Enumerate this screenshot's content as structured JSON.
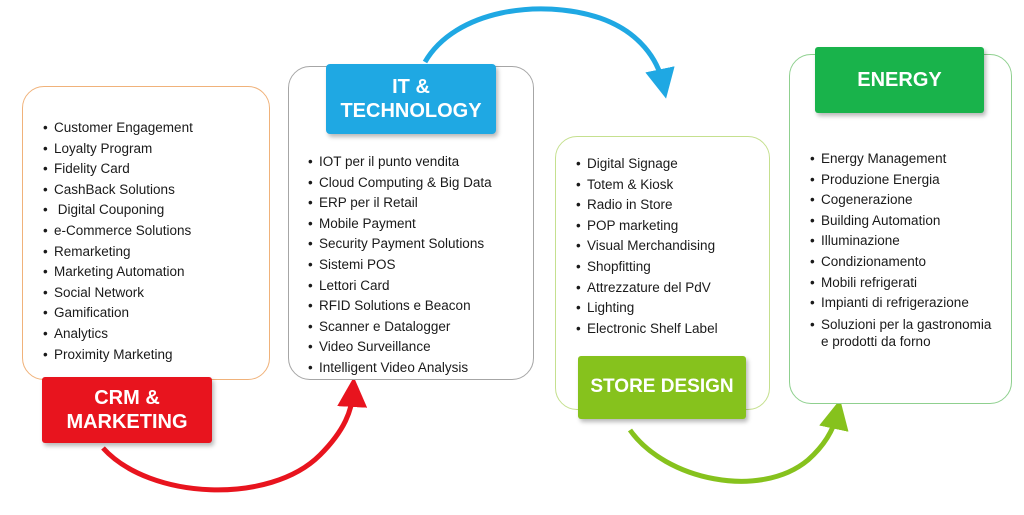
{
  "colors": {
    "crm": "#E8141E",
    "it": "#1FA8E3",
    "store": "#86C21D",
    "energy": "#19B34B",
    "crm_border": "#F0B27A",
    "it_border": "#A6A6A6",
    "store_border": "#C5E08F",
    "energy_border": "#8FD08F"
  },
  "crm": {
    "label_line1": "CRM &",
    "label_line2": "MARKETING",
    "items": [
      "Customer Engagement",
      "Loyalty Program",
      "Fidelity Card",
      "CashBack Solutions",
      " Digital Couponing",
      "e-Commerce Solutions",
      "Remarketing",
      "Marketing Automation",
      "Social Network",
      "Gamification",
      "Analytics",
      "Proximity Marketing"
    ]
  },
  "it": {
    "label_line1": "IT &",
    "label_line2": "TECHNOLOGY",
    "items": [
      "IOT per il punto vendita",
      "Cloud Computing & Big Data",
      "ERP per il Retail",
      "Mobile Payment",
      "Security Payment Solutions",
      "Sistemi POS",
      "Lettori Card",
      "RFID Solutions e Beacon",
      "Scanner e Datalogger",
      "Video Surveillance",
      "Intelligent Video Analysis"
    ]
  },
  "store": {
    "label": "STORE DESIGN",
    "items": [
      "Digital Signage",
      "Totem & Kiosk",
      "Radio in Store",
      "POP marketing",
      "Visual Merchandising",
      "Shopfitting",
      "Attrezzature del PdV",
      "Lighting",
      "Electronic Shelf Label"
    ]
  },
  "energy": {
    "label": "ENERGY",
    "items": [
      "Energy Management",
      "Produzione Energia",
      "Cogenerazione",
      "Building Automation",
      "Illuminazione",
      "Condizionamento",
      "Mobili refrigerati",
      "Impianti di refrigerazione"
    ],
    "last_item": "Soluzioni per la gastronomia e prodotti da forno"
  }
}
